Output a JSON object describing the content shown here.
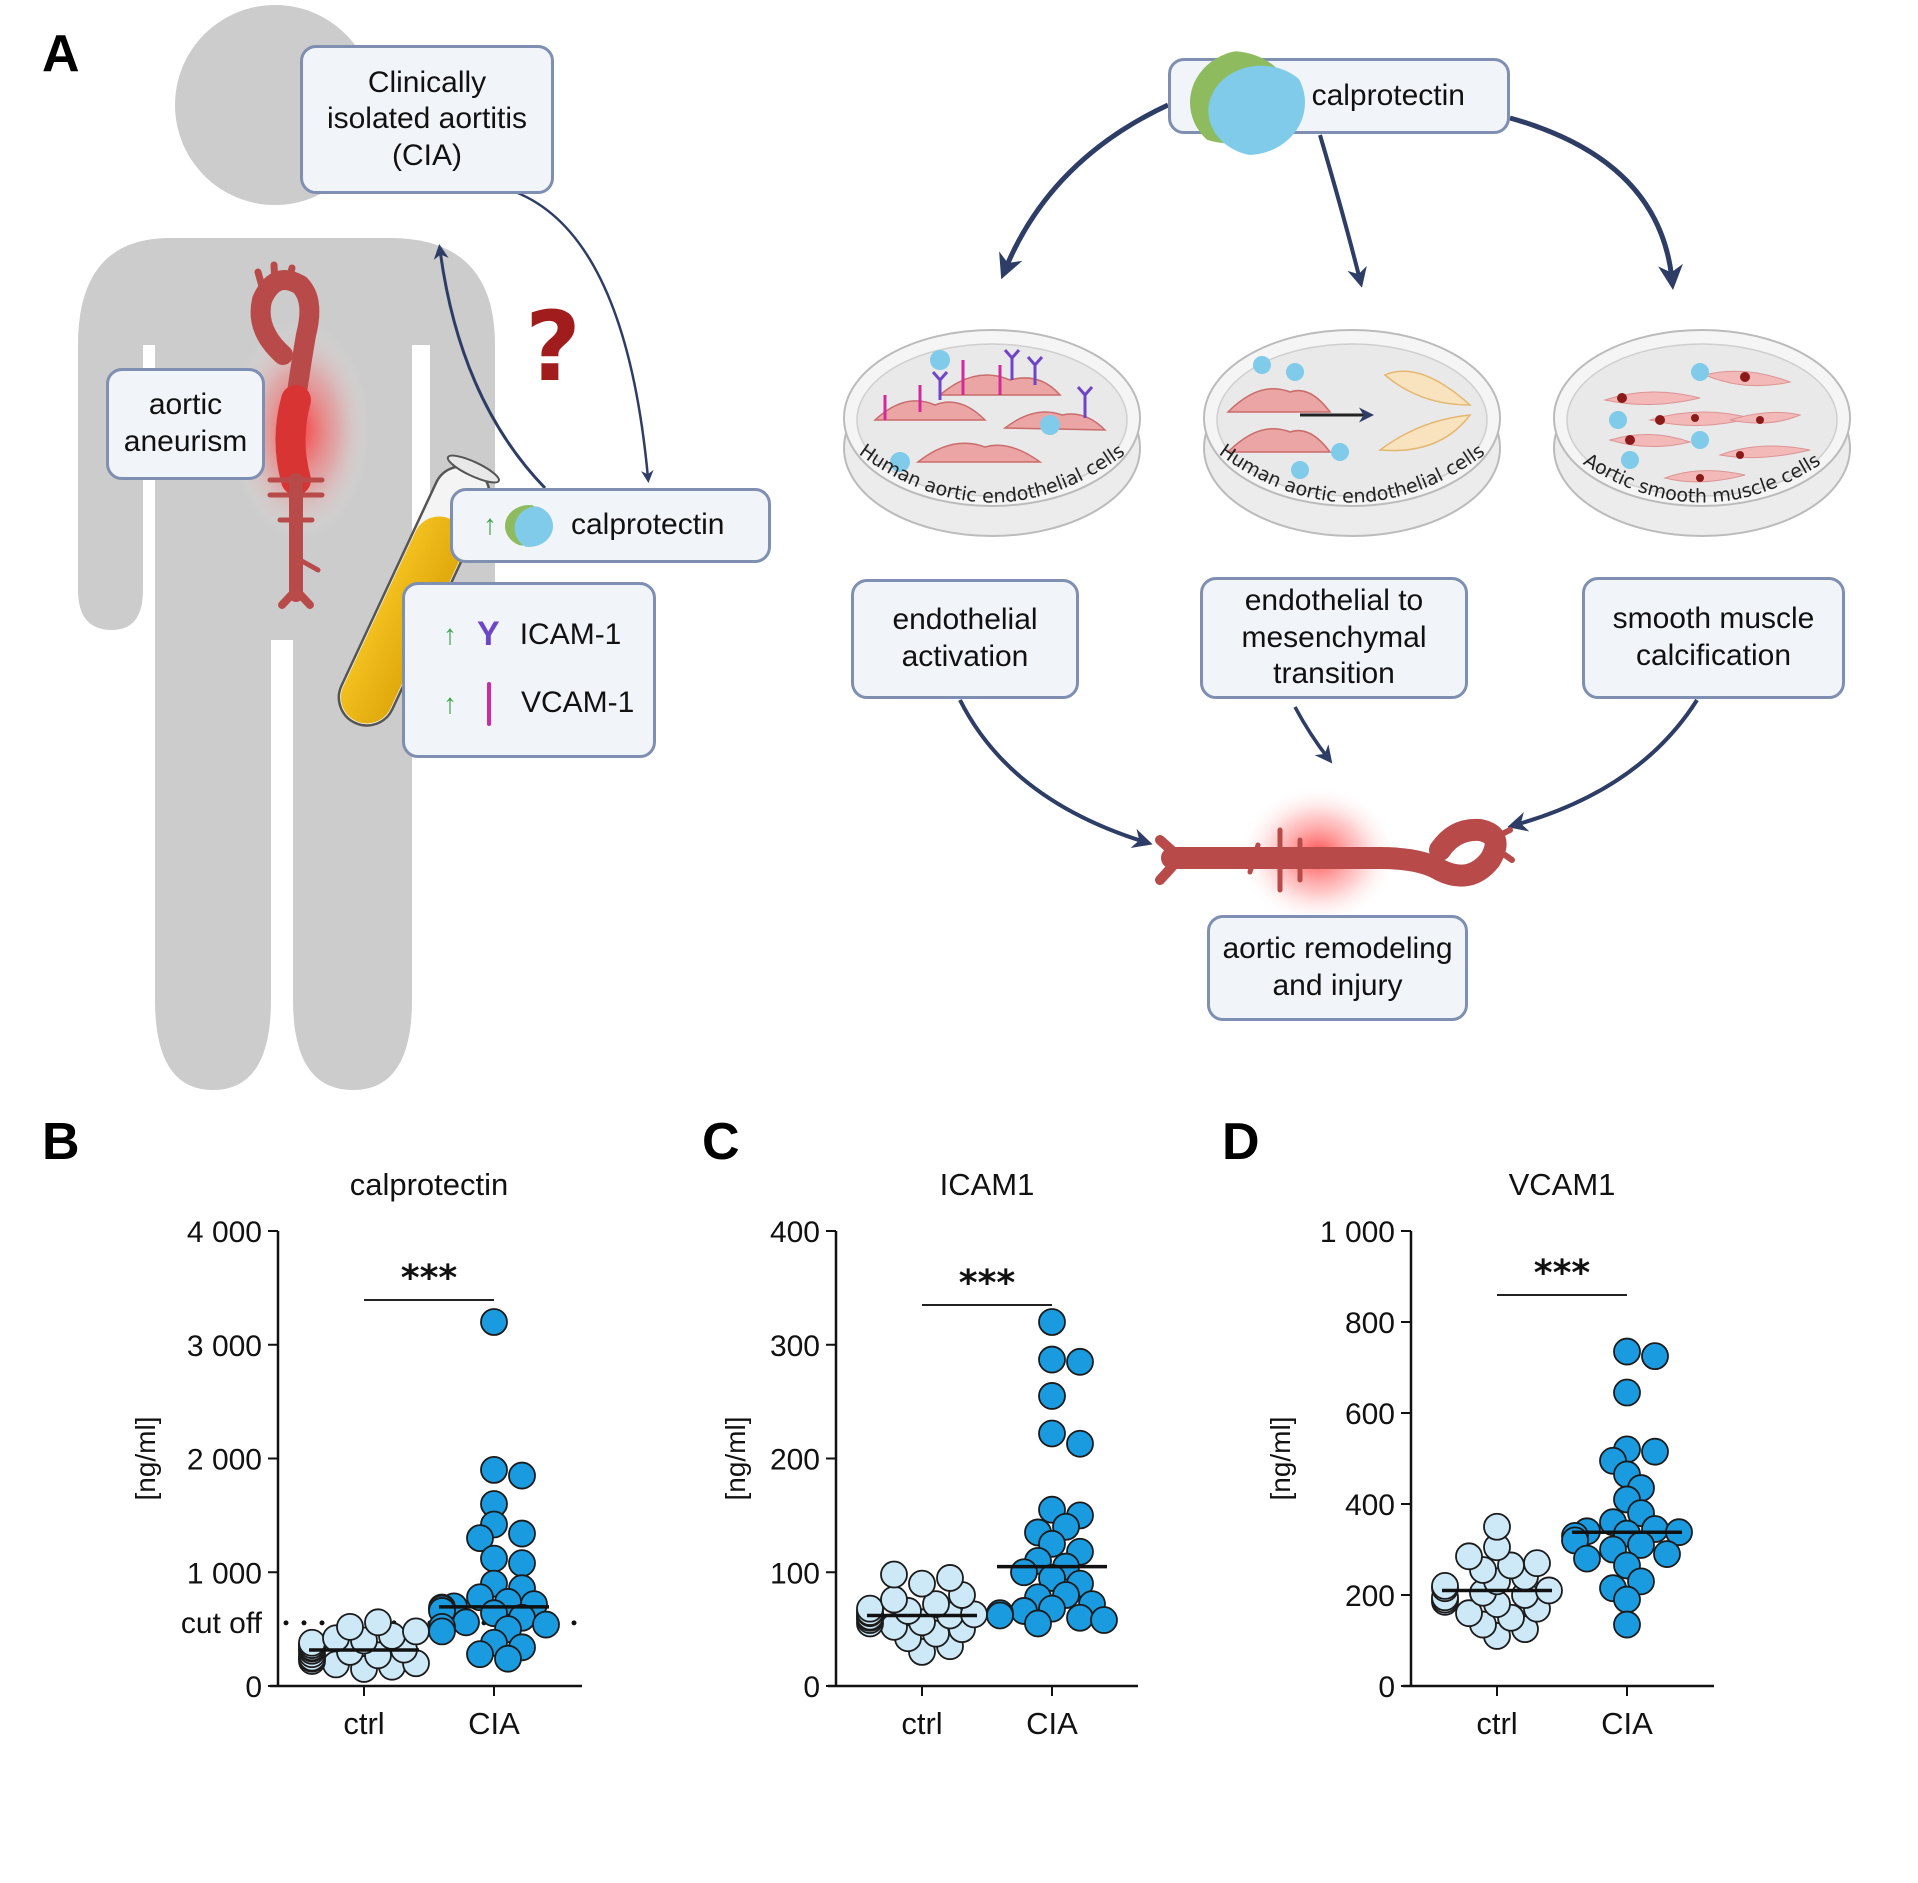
{
  "panels": {
    "a": {
      "letter": "A",
      "boxes": {
        "cia": "Clinically\nisolated aortitis\n(CIA)",
        "aneurism": "aortic\naneurism",
        "blood_calprotectin": "calprotectin",
        "icam": "ICAM-1",
        "vcam": "VCAM-1",
        "top_calprotectin": "calprotectin",
        "endothelial_activation": "endothelial\nactivation",
        "emt": "endothelial to\nmesenchymal\ntransition",
        "smc_calcification": "smooth muscle\ncalcification",
        "remodeling": "aortic remodeling\nand injury"
      },
      "question_mark": "?",
      "up_arrow": "↑",
      "dish_labels": [
        "Human aortic endothelial cells",
        "Human aortic endothelial cells",
        "Aortic smooth muscle cells"
      ],
      "icons": [
        "person-silhouette",
        "aorta-icon",
        "blood-tube-icon",
        "calprotectin-protein-icon",
        "icam-molecule-icon",
        "vcam-molecule-icon",
        "petri-dish-icon",
        "aorta-horizontal-icon"
      ],
      "colors": {
        "box_fill": "#f1f4f9",
        "box_border": "#7f8fb2",
        "arrow": "#2e3d66",
        "body": "#cccccc",
        "aorta": "#b94a4a",
        "question": "#a11d1d",
        "up_arrow": "#3fa34d"
      }
    },
    "b": {
      "letter": "B"
    },
    "c": {
      "letter": "C"
    },
    "d": {
      "letter": "D"
    }
  },
  "chart_data": [
    {
      "type": "scatter",
      "title": "calprotectin",
      "ylabel": "[ng/ml]",
      "xlabel": "",
      "categories": [
        "ctrl",
        "CIA"
      ],
      "ylim": [
        0,
        4000
      ],
      "yticks": [
        0,
        1000,
        2000,
        3000,
        4000
      ],
      "ytick_labels": [
        "0",
        "1 000",
        "2 000",
        "3 000",
        "4 000"
      ],
      "reference_line": {
        "label": "cut off",
        "value": 555,
        "style": "dotted"
      },
      "significance": "***",
      "series": [
        {
          "name": "ctrl",
          "color": "#cde8f7",
          "median": 317,
          "values": [
            150,
            170,
            190,
            200,
            220,
            240,
            250,
            270,
            280,
            300,
            310,
            320,
            330,
            340,
            360,
            380,
            400,
            420,
            440,
            480,
            520,
            560
          ]
        },
        {
          "name": "CIA",
          "color": "#1a9be0",
          "median": 696,
          "values": [
            3200,
            1900,
            1850,
            1600,
            1420,
            1340,
            1300,
            1120,
            1080,
            900,
            860,
            780,
            740,
            720,
            700,
            690,
            680,
            660,
            640,
            600,
            560,
            540,
            520,
            500,
            480,
            380,
            340,
            280,
            240
          ]
        }
      ],
      "grid": false
    },
    {
      "type": "scatter",
      "title": "ICAM1",
      "ylabel": "[ng/ml]",
      "xlabel": "",
      "categories": [
        "ctrl",
        "CIA"
      ],
      "ylim": [
        0,
        400
      ],
      "yticks": [
        0,
        100,
        200,
        300,
        400
      ],
      "ytick_labels": [
        "0",
        "100",
        "200",
        "300",
        "400"
      ],
      "significance": "***",
      "series": [
        {
          "name": "ctrl",
          "color": "#cde8f7",
          "median": 62,
          "values": [
            30,
            35,
            42,
            46,
            50,
            52,
            55,
            56,
            58,
            60,
            61,
            62,
            63,
            64,
            65,
            66,
            68,
            72,
            76,
            80,
            90,
            95,
            98
          ]
        },
        {
          "name": "CIA",
          "color": "#1a9be0",
          "median": 105,
          "values": [
            320,
            287,
            285,
            255,
            222,
            213,
            155,
            150,
            140,
            135,
            125,
            118,
            110,
            105,
            100,
            95,
            90,
            80,
            78,
            72,
            68,
            66,
            64,
            62,
            60,
            58,
            55
          ]
        }
      ],
      "grid": false
    },
    {
      "type": "scatter",
      "title": "VCAM1",
      "ylabel": "[ng/ml]",
      "xlabel": "",
      "categories": [
        "ctrl",
        "CIA"
      ],
      "ylim": [
        0,
        1000
      ],
      "yticks": [
        0,
        200,
        400,
        600,
        800,
        1000
      ],
      "ytick_labels": [
        "0",
        "200",
        "400",
        "600",
        "800",
        "1 000"
      ],
      "significance": "***",
      "series": [
        {
          "name": "ctrl",
          "color": "#cde8f7",
          "median": 210,
          "values": [
            110,
            125,
            135,
            150,
            160,
            170,
            180,
            185,
            190,
            195,
            200,
            205,
            210,
            215,
            220,
            230,
            240,
            255,
            265,
            270,
            285,
            305,
            350
          ]
        },
        {
          "name": "CIA",
          "color": "#1a9be0",
          "median": 338,
          "values": [
            735,
            725,
            645,
            520,
            515,
            495,
            465,
            435,
            410,
            380,
            360,
            345,
            340,
            338,
            335,
            330,
            320,
            310,
            300,
            290,
            280,
            265,
            230,
            215,
            190,
            135
          ]
        }
      ],
      "grid": false
    }
  ]
}
